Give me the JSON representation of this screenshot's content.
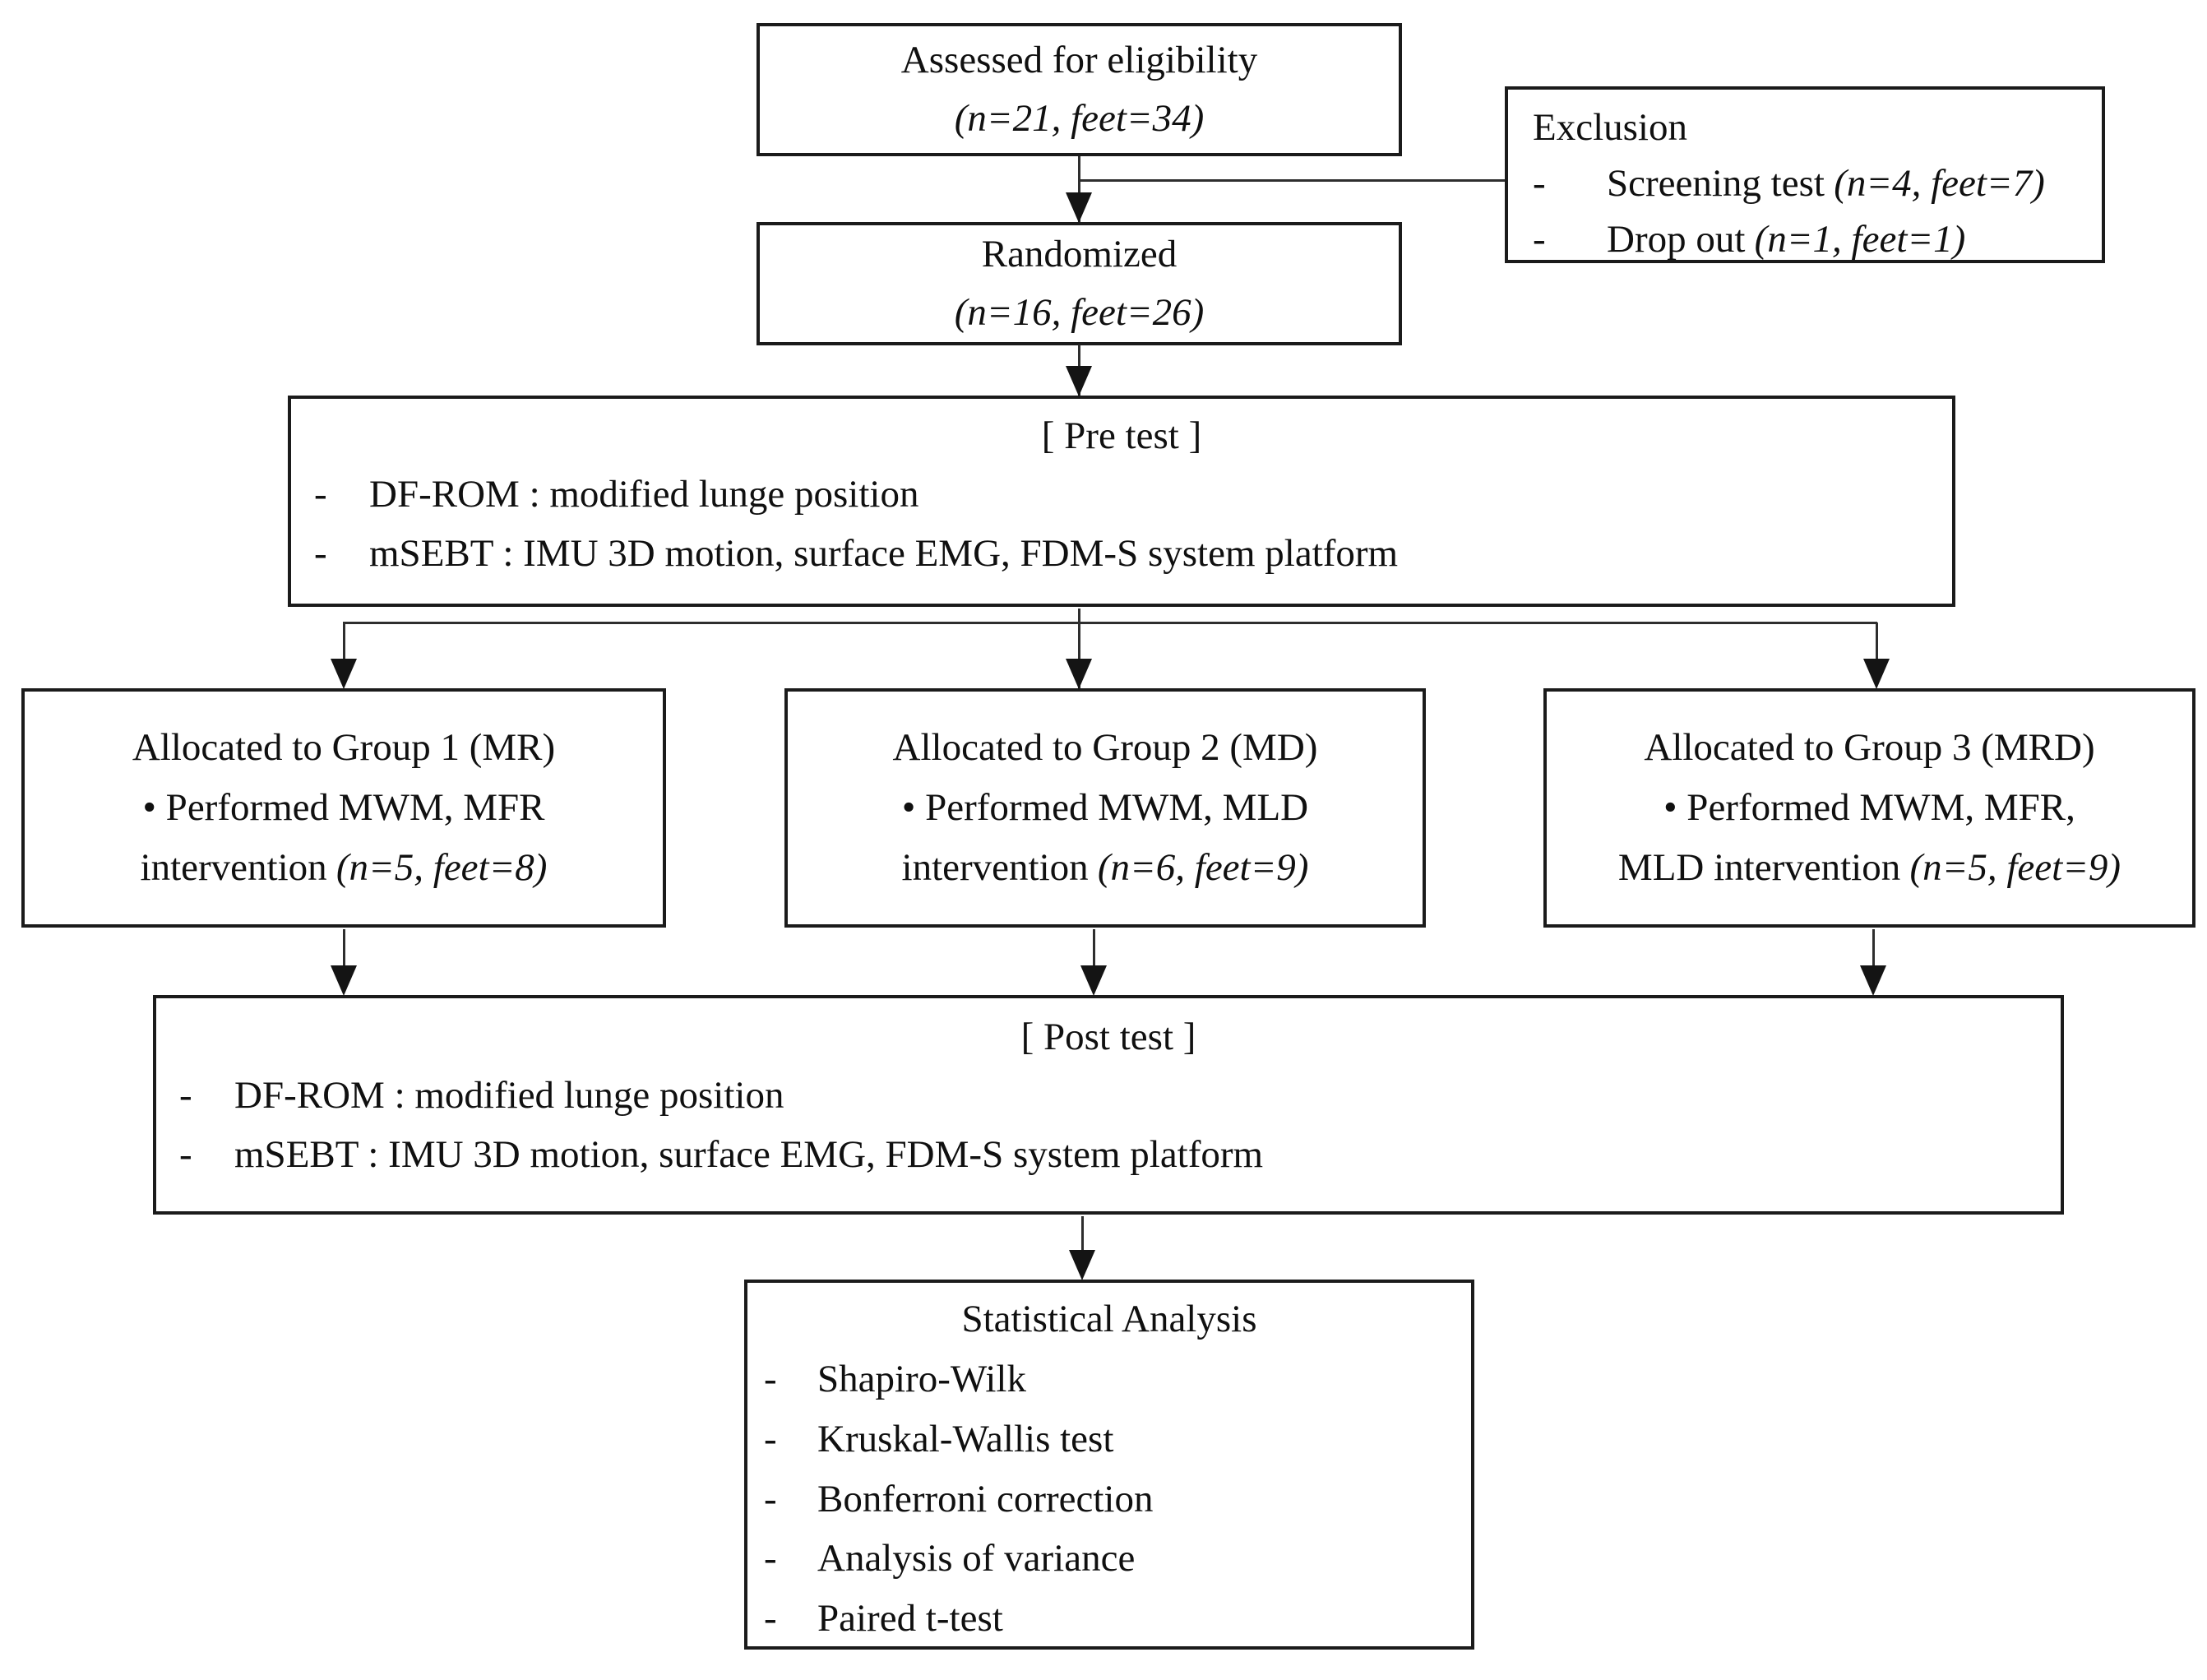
{
  "colors": {
    "ink": "#101010",
    "box_border": "#1b1b1b",
    "connector": "#2e2e2e",
    "background": "#ffffff"
  },
  "flow": {
    "assessed": {
      "title": "Assessed for eligibility",
      "note": "(n=21, feet=34)"
    },
    "exclusion": {
      "title": "Exclusion",
      "bullet": "-",
      "items": [
        {
          "label": "Screening test",
          "note": "(n=4, feet=7)"
        },
        {
          "label": "Drop out",
          "note": "(n=1, feet=1)"
        }
      ]
    },
    "randomized": {
      "title": "Randomized",
      "note": "(n=16, feet=26)"
    },
    "pretest": {
      "title": "[ Pre test ]",
      "bullet": "-",
      "items": [
        "DF-ROM : modified lunge position",
        "mSEBT : IMU 3D motion, surface EMG, FDM-S system platform"
      ]
    },
    "groups": [
      {
        "title": "Allocated to Group 1 (MR)",
        "line2": "• Performed MWM, MFR",
        "line3": "intervention",
        "note": "(n=5, feet=8)"
      },
      {
        "title": "Allocated to Group 2 (MD)",
        "line2": "• Performed MWM, MLD",
        "line3": "intervention",
        "note": "(n=6, feet=9)"
      },
      {
        "title": "Allocated to Group 3 (MRD)",
        "line2": "• Performed MWM, MFR,",
        "line3": "MLD intervention",
        "note": "(n=5, feet=9)"
      }
    ],
    "posttest": {
      "title": "[ Post test ]",
      "bullet": "-",
      "items": [
        "DF-ROM : modified lunge position",
        "mSEBT : IMU 3D motion, surface EMG, FDM-S system platform"
      ]
    },
    "stats": {
      "title": "Statistical Analysis",
      "bullet": "-",
      "items": [
        "Shapiro-Wilk",
        "Kruskal-Wallis test",
        "Bonferroni correction",
        "Analysis of variance",
        "Paired t-test"
      ]
    }
  }
}
